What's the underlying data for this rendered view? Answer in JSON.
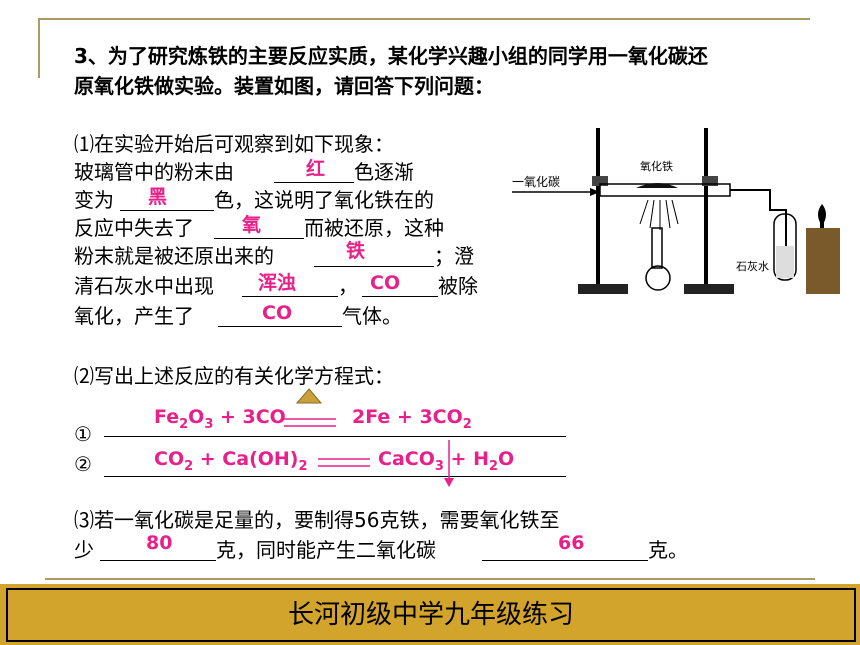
{
  "question": {
    "intro_line1": "3、为了研究炼铁的主要反应实质，某化学兴趣小组的同学用一氧化碳还",
    "intro_line2": "原氧化铁做实验。装置如图，请回答下列问题：",
    "part1": {
      "label": "⑴在实验开始后可观察到如下现象：",
      "l1a": "玻璃管中的粉末由",
      "l1b": "色逐渐",
      "l2a": "变为",
      "l2b": "色，这说明了氧化铁在的",
      "l3a": "反应中失去了",
      "l3b": "而被还原，这种",
      "l4a": "粉末就是被还原出来的",
      "l4b": "；澄",
      "l5a": "清石灰水中出现",
      "l5b": "，",
      "l5c": "被除",
      "l6a": "氧化，产生了",
      "l6b": "气体。"
    },
    "part2": {
      "label": "⑵写出上述反应的有关化学方程式：",
      "num1": "①",
      "num2": "②"
    },
    "part3": {
      "line1": "⑶若一氧化碳是足量的，要制得56克铁，需要氧化铁至",
      "l2a": "少",
      "l2b": "克，同时能产生二氧化碳",
      "l2c": "克。"
    }
  },
  "answers": {
    "color_start": "红",
    "color_end": "黑",
    "lost": "氧",
    "product": "铁",
    "limewater": "浑浊",
    "oxidized": "CO",
    "gas": "CO",
    "mass_fe2o3": "80",
    "mass_co2": "66"
  },
  "equations": {
    "eq1_left_a": "Fe",
    "eq1_left_b": "2",
    "eq1_left_c": "O",
    "eq1_left_d": "3",
    "eq1_left_e": " + 3CO",
    "eq1_right_a": "2Fe + 3CO",
    "eq1_right_b": "2",
    "eq2_left_a": "CO",
    "eq2_left_b": "2",
    "eq2_left_c": " + Ca(OH)",
    "eq2_left_d": "2",
    "eq2_right_a": "CaCO",
    "eq2_right_b": "3",
    "eq2_right_c": " + H",
    "eq2_right_d": "2",
    "eq2_right_e": "O"
  },
  "apparatus": {
    "label_co": "一氧化碳",
    "label_fe2o3": "氧化铁",
    "label_limewater": "石灰水"
  },
  "footer": {
    "title": "长河初级中学九年级练习"
  },
  "colors": {
    "answer": "#e8208a",
    "footer_bg": "#d2a42c",
    "rule": "#a99b62"
  }
}
